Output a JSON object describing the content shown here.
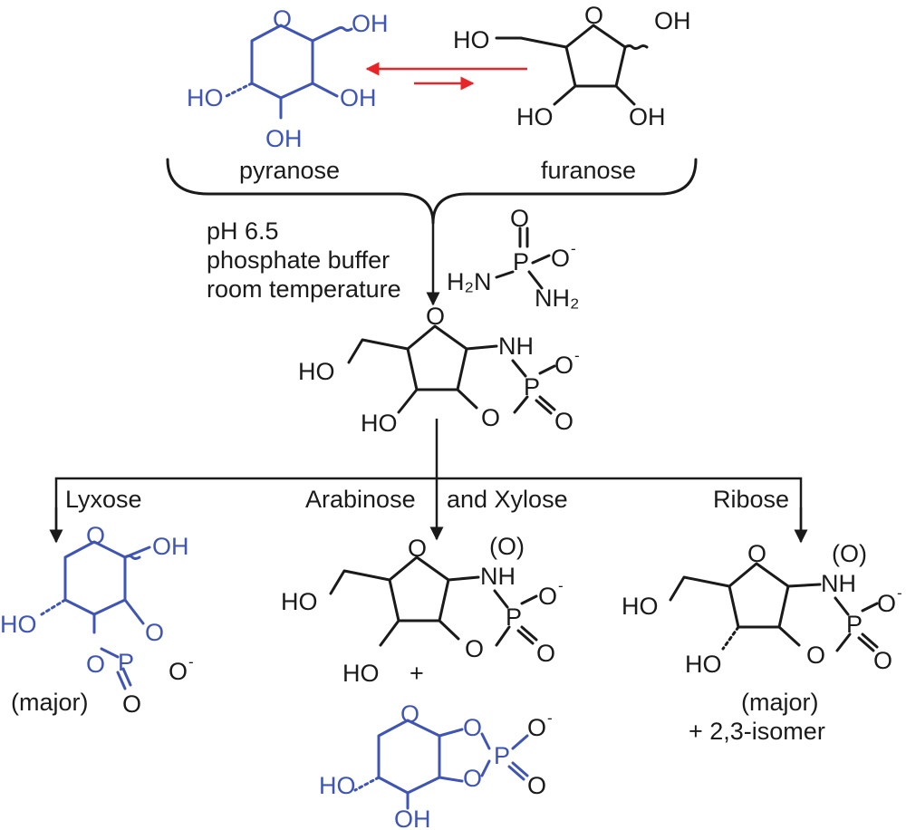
{
  "labels": {
    "pyranose": "pyranose",
    "furanose": "furanose",
    "cond_ph": "pH 6.5",
    "cond_buffer": "phosphate buffer",
    "cond_temp": "room temperature",
    "branch_lyxose": "Lyxose",
    "branch_arabinose": "Arabinose",
    "branch_and_xylose": "and Xylose",
    "branch_ribose": "Ribose",
    "major_left": "(major)",
    "major_right": "(major)",
    "isomer": "+ 2,3-isomer",
    "plus": "+"
  },
  "atoms": {
    "O": "O",
    "OH": "OH",
    "HO": "HO",
    "NH": "NH",
    "P": "P",
    "H2N": "H₂N",
    "NH2": "NH₂",
    "O_bracket": "(O)"
  },
  "charges": {
    "minus": "-"
  },
  "colors": {
    "black": "#1a1a1a",
    "blue": "#3f55b5",
    "red": "#e8262a"
  }
}
